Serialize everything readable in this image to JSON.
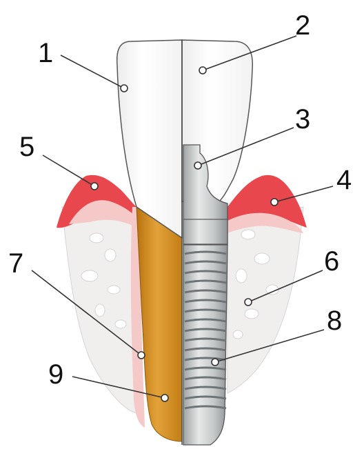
{
  "diagram": {
    "callouts": [
      {
        "id": "1",
        "label": "1"
      },
      {
        "id": "2",
        "label": "2"
      },
      {
        "id": "3",
        "label": "3"
      },
      {
        "id": "4",
        "label": "4"
      },
      {
        "id": "5",
        "label": "5"
      },
      {
        "id": "6",
        "label": "6"
      },
      {
        "id": "7",
        "label": "7"
      },
      {
        "id": "8",
        "label": "8"
      },
      {
        "id": "9",
        "label": "9"
      }
    ],
    "colors": {
      "gum_outer": "#e8474e",
      "gum_inner": "#f6c9c9",
      "bone": "#f1eeee",
      "bone_spot": "#ffffff",
      "crown": "#fbfbfb",
      "root": "#d6901a",
      "implant": "#c8cbcc",
      "outline": "#555555"
    }
  }
}
